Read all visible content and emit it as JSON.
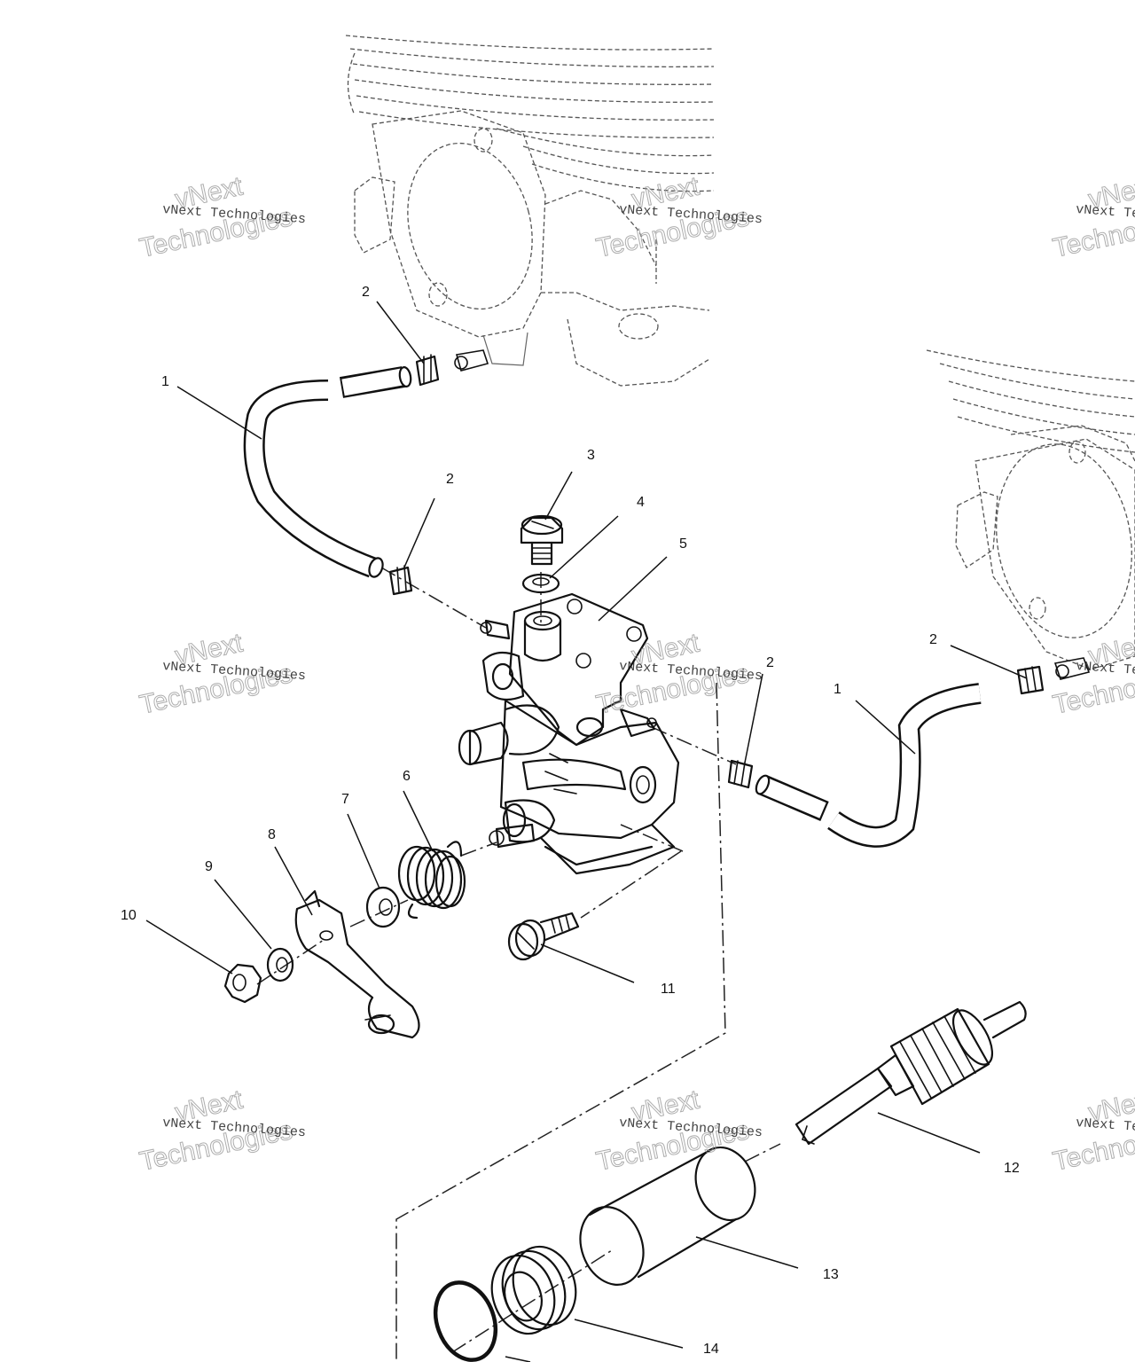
{
  "callouts": [
    {
      "id": "c1a",
      "text": "1"
    },
    {
      "id": "c1b",
      "text": "1"
    },
    {
      "id": "c2a",
      "text": "2"
    },
    {
      "id": "c2b",
      "text": "2"
    },
    {
      "id": "c2c",
      "text": "2"
    },
    {
      "id": "c2d",
      "text": "2"
    },
    {
      "id": "c3",
      "text": "3"
    },
    {
      "id": "c4",
      "text": "4"
    },
    {
      "id": "c5",
      "text": "5"
    },
    {
      "id": "c6",
      "text": "6"
    },
    {
      "id": "c7",
      "text": "7"
    },
    {
      "id": "c8",
      "text": "8"
    },
    {
      "id": "c9",
      "text": "9"
    },
    {
      "id": "c10",
      "text": "10"
    },
    {
      "id": "c11",
      "text": "11"
    },
    {
      "id": "c12",
      "text": "12"
    },
    {
      "id": "c13",
      "text": "13"
    },
    {
      "id": "c14",
      "text": "14"
    }
  ],
  "watermark": {
    "line1": "vNext Technologies",
    "big_top": "vNext",
    "big_bottom": "Technologies"
  }
}
